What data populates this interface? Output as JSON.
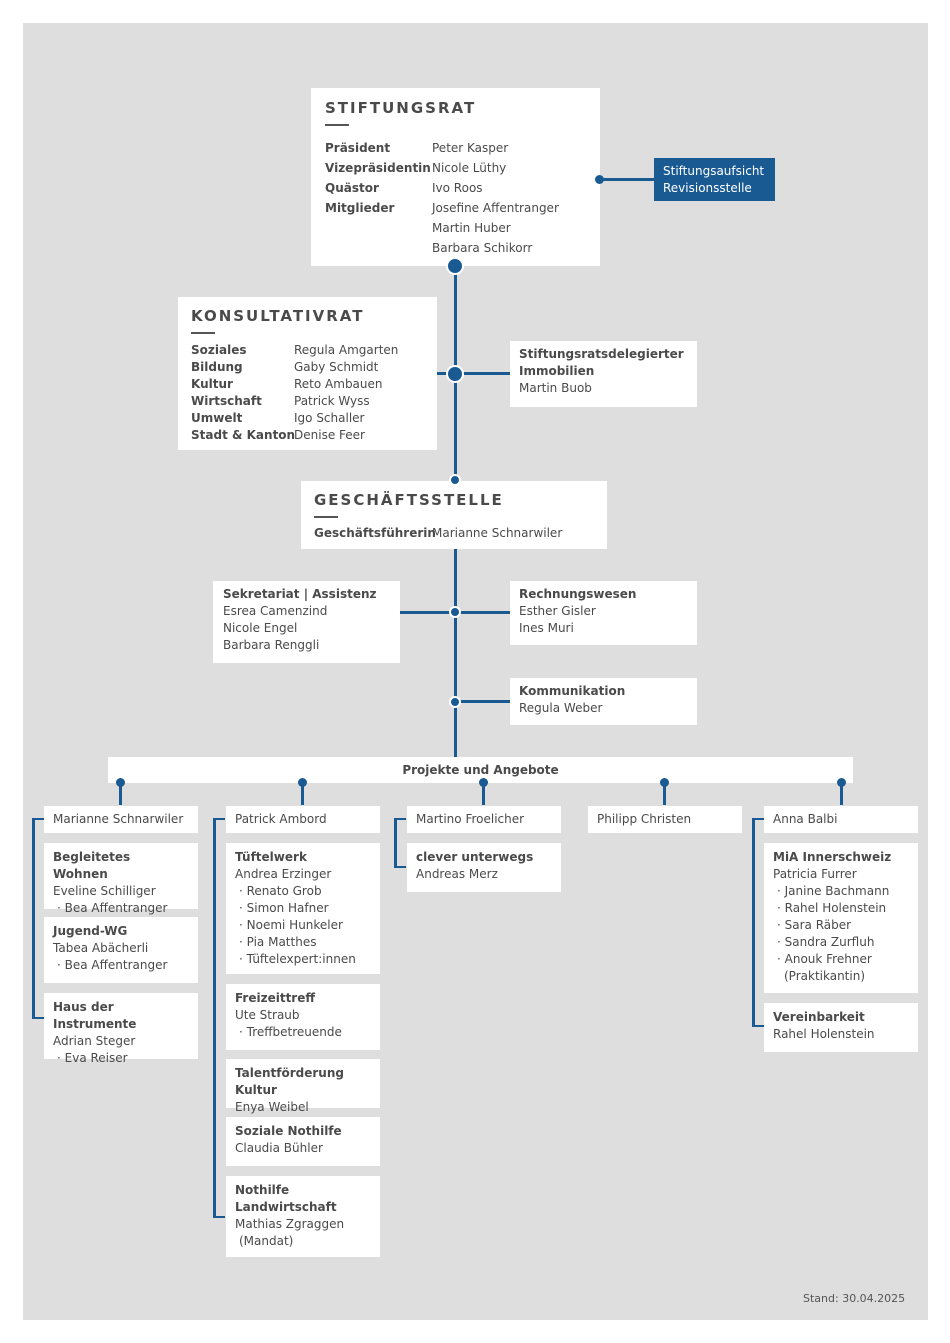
{
  "stiftungsrat": {
    "title": "STIFTUNGSRAT",
    "rows": [
      {
        "role": "Präsident",
        "name": "Peter Kasper"
      },
      {
        "role": "Vizepräsidentin",
        "name": "Nicole Lüthy"
      },
      {
        "role": "Quästor",
        "name": "Ivo Roos"
      },
      {
        "role": "Mitglieder",
        "name": "Josefine Affentranger"
      },
      {
        "role": "",
        "name": "Martin Huber"
      },
      {
        "role": "",
        "name": "Barbara Schikorr"
      }
    ]
  },
  "aufsicht": {
    "line1": "Stiftungsaufsicht",
    "line2": "Revisionsstelle"
  },
  "konsultativrat": {
    "title": "KONSULTATIVRAT",
    "rows": [
      {
        "role": "Soziales",
        "name": "Regula Amgarten"
      },
      {
        "role": "Bildung",
        "name": "Gaby Schmidt"
      },
      {
        "role": "Kultur",
        "name": "Reto Ambauen"
      },
      {
        "role": "Wirtschaft",
        "name": "Patrick Wyss"
      },
      {
        "role": "Umwelt",
        "name": "Igo Schaller"
      },
      {
        "role": "Stadt & Kanton",
        "name": "Denise Feer"
      }
    ]
  },
  "delegierter": {
    "line1": "Stiftungsratsdelegierter",
    "line2": "Immobilien",
    "name": "Martin Buob"
  },
  "geschaeftsstelle": {
    "title": "GESCHÄFTSSTELLE",
    "role": "Geschäftsführerin",
    "name": "Marianne Schnarwiler"
  },
  "sekretariat": {
    "title": "Sekretariat | Assistenz",
    "names": [
      "Esrea Camenzind",
      "Nicole Engel",
      "Barbara Renggli"
    ]
  },
  "rechnungswesen": {
    "title": "Rechnungswesen",
    "names": [
      "Esther Gisler",
      "Ines Muri"
    ]
  },
  "kommunikation": {
    "title": "Kommunikation",
    "names": [
      "Regula Weber"
    ]
  },
  "projekte": {
    "title": "Projekte und Angebote"
  },
  "columns": [
    {
      "head": "Marianne Schnarwiler",
      "items": [
        {
          "title": "Begleitetes Wohnen",
          "lines": [
            "Eveline Schilliger",
            "· Bea Affentranger"
          ]
        },
        {
          "title": "Jugend-WG",
          "lines": [
            "Tabea Abächerli",
            "· Bea Affentranger"
          ]
        },
        {
          "title": "Haus der Instrumente",
          "lines": [
            "Adrian Steger",
            "· Eva Reiser"
          ]
        }
      ]
    },
    {
      "head": "Patrick Ambord",
      "items": [
        {
          "title": "Tüftelwerk",
          "lines": [
            "Andrea Erzinger",
            "· Renato Grob",
            "· Simon Hafner",
            "· Noemi Hunkeler",
            "· Pia Matthes",
            "· Tüftelexpert:innen"
          ]
        },
        {
          "title": "Freizeittreff",
          "lines": [
            "Ute Straub",
            "· Treffbetreuende"
          ]
        },
        {
          "title": "Talentförderung Kultur",
          "lines": [
            "Enya Weibel"
          ]
        },
        {
          "title": "Soziale Nothilfe",
          "lines": [
            "Claudia Bühler"
          ]
        },
        {
          "title": "Nothilfe",
          "title2": "Landwirtschaft",
          "lines": [
            "Mathias Zgraggen",
            "(Mandat)"
          ]
        }
      ]
    },
    {
      "head": "Martino Froelicher",
      "items": [
        {
          "title": "clever unterwegs",
          "lines": [
            "Andreas Merz"
          ]
        }
      ]
    },
    {
      "head": "Philipp Christen",
      "items": []
    },
    {
      "head": "Anna Balbi",
      "items": [
        {
          "title": "MiA Innerschweiz",
          "lines": [
            "Patricia Furrer",
            "· Janine Bachmann",
            "· Rahel Holenstein",
            "· Sara Räber",
            "· Sandra Zurfluh",
            "· Anouk Frehner",
            "(Praktikantin)"
          ]
        },
        {
          "title": "Vereinbarkeit",
          "lines": [
            "Rahel Holenstein"
          ]
        }
      ]
    }
  ],
  "stand": "Stand: 30.04.2025",
  "colors": {
    "blue": "#1a5a93",
    "background": "#dedede",
    "box": "#ffffff"
  }
}
